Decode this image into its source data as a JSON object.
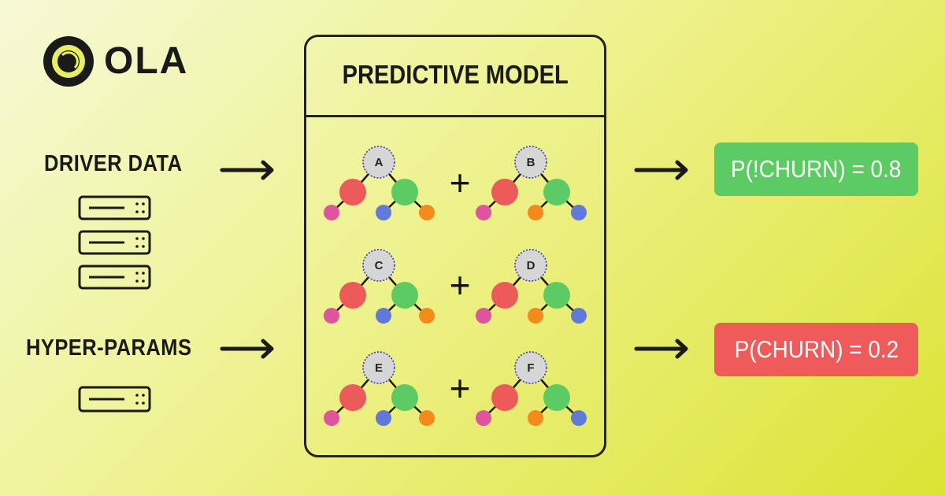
{
  "logo": {
    "text": "OLA",
    "icon": "ola-logo-icon"
  },
  "inputs": {
    "driver_data": {
      "label": "DRIVER DATA",
      "icon": "server-stack-icon"
    },
    "hyper_params": {
      "label": "HYPER-PARAMS",
      "icon": "server-icon"
    }
  },
  "model": {
    "title": "PREDICTIVE MODEL",
    "operator": "+",
    "trees": [
      {
        "label": "A"
      },
      {
        "label": "B"
      },
      {
        "label": "C"
      },
      {
        "label": "D"
      },
      {
        "label": "E"
      },
      {
        "label": "F"
      }
    ]
  },
  "outputs": {
    "no_churn": {
      "text": "P(!CHURN) = 0.8",
      "color": "#5ccb63"
    },
    "churn": {
      "text": "P(CHURN) = 0.2",
      "color": "#ef5b5b"
    }
  },
  "colors": {
    "root_node": "#d6d6d6",
    "red_node": "#ec5a5a",
    "green_node": "#5ccb63",
    "pink_leaf": "#e0539e",
    "blue_leaf": "#6179d8",
    "orange_leaf": "#f58a1c"
  }
}
